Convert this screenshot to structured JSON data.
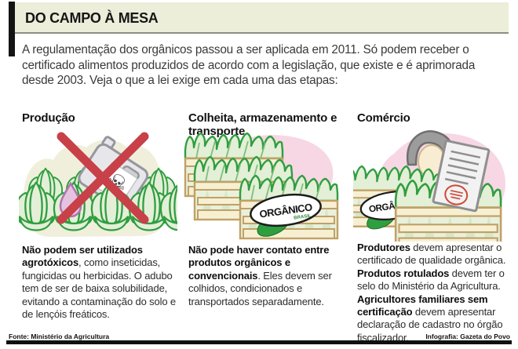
{
  "header": {
    "title": "DO CAMPO À MESA"
  },
  "intro": "A regulamentação dos orgânicos passou a ser aplicada em 2011. Só podem receber o certificado alimentos produzidos de acordo com a legislação, que existe e é aprimorada desde 2003. Veja o que a lei exige em cada uma das etapas:",
  "columns": [
    {
      "title": "Produção",
      "body": {
        "bold": "Não podem ser utilizados agrotóxicos",
        "rest": ", como inseticidas, fungicidas ou herbicidas. O adubo tem de ser de baixa solubilidade, evitando a contaminação do solo e de lençóis freáticos."
      }
    },
    {
      "title": "Colheita, armazenamento e transporte",
      "body": {
        "bold": "Não pode haver contato entre produtos orgânicos e convencionais",
        "rest": ". Eles devem ser colhidos, condicionados e transportados separadamente."
      }
    },
    {
      "title": "Comércio",
      "items": [
        {
          "bold": "Produtores",
          "rest": " devem apresentar o certificado de qualidade orgânica."
        },
        {
          "bold": "Produtos rotulados",
          "rest": " devem ter o selo do Ministério da Agricultura."
        },
        {
          "bold": "Agricultores familiares sem certificação",
          "rest": " devem apresentar declaração de cadastro no órgão fiscalizador."
        }
      ]
    }
  ],
  "seal": {
    "top": "ORGÂNICO",
    "bottom": "BRASIL"
  },
  "footer": {
    "source": "Fonte: Ministério da Agricultura",
    "credit": "Infografia: Gazeta do Povo"
  },
  "icons": {
    "skull": "☠"
  },
  "colors": {
    "header_band": "#edeeda",
    "leaf_green": "#2f9e41",
    "leaf_fill": "#e3efd6",
    "crate_plank": "#f7efd2",
    "crate_stroke": "#c0a165",
    "blob_pink": "#f7d7e4",
    "blob_cream": "#f0efdb",
    "prohibition_red": "#c84048",
    "stamp_red": "#cf4838",
    "shirt_blue": "#d0e0ef",
    "hair_gray": "#9c9c9c"
  }
}
